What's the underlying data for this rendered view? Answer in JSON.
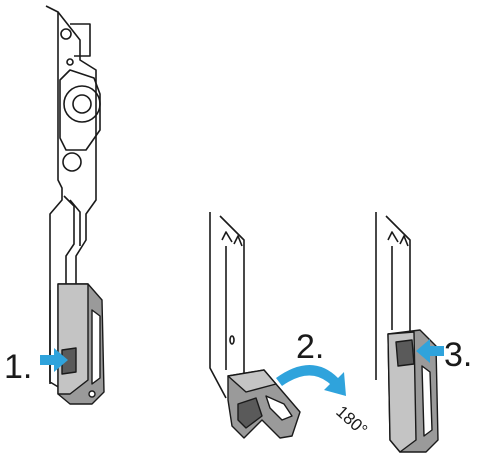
{
  "steps": [
    {
      "label": "1."
    },
    {
      "label": "2."
    },
    {
      "label": "3."
    }
  ],
  "rotation": {
    "label": "180°"
  },
  "colors": {
    "outline": "#1a1a1a",
    "clip_body": "#9a9a9a",
    "clip_light": "#c4c4c4",
    "clip_dark": "#5a5a5a",
    "arrow_blue": "#2fa3dc"
  }
}
